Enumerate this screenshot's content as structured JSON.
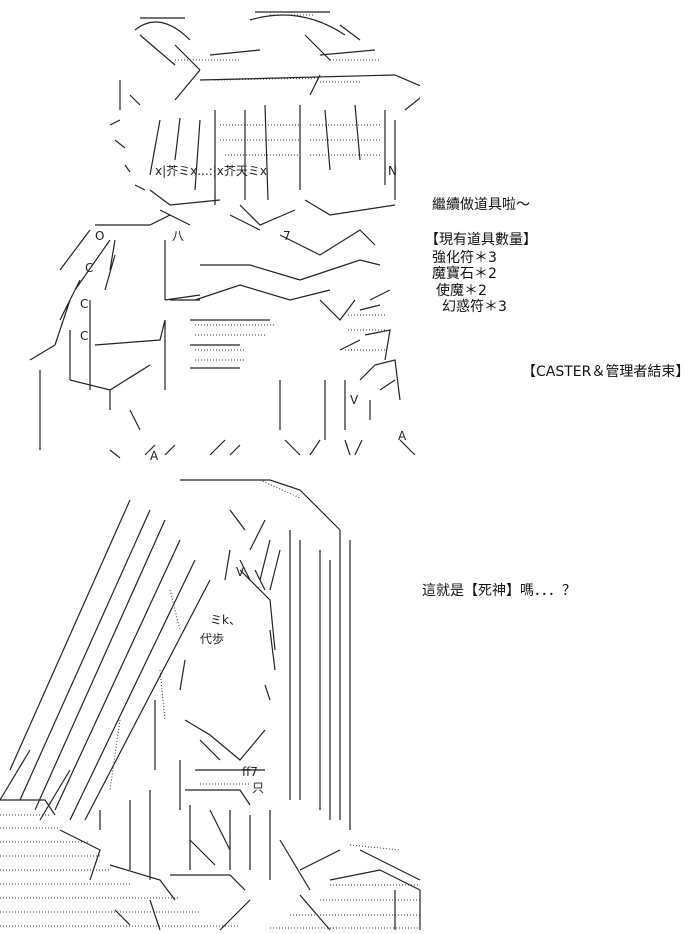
{
  "scene1": {
    "dialogue": "繼續做道具啦～",
    "inventory_title": "【現有道具數量】",
    "inventory_items": [
      "強化符＊3",
      "魔寶石＊2",
      "使魔＊2",
      "幻惑符＊3"
    ],
    "end_note": "【CASTER＆管理者結束】",
    "art_labels": {
      "face_row": "x|芥ミx...:|x芥天ミx",
      "letter_n": "N",
      "letter_o": "O",
      "letter_c1": "C",
      "letter_c2": "C",
      "letter_c3": "C",
      "seven": "7",
      "letter_v": "V",
      "letter_a1": "A",
      "letter_a2": "A",
      "kanji_ba": "八"
    }
  },
  "scene2": {
    "dialogue": "這就是【死神】嗎．．．？",
    "art_labels": {
      "mi_k": "ミk、",
      "dai_bu": "代歩",
      "ff7": "ff7",
      "zhi": "只",
      "letter_v": "V"
    }
  }
}
